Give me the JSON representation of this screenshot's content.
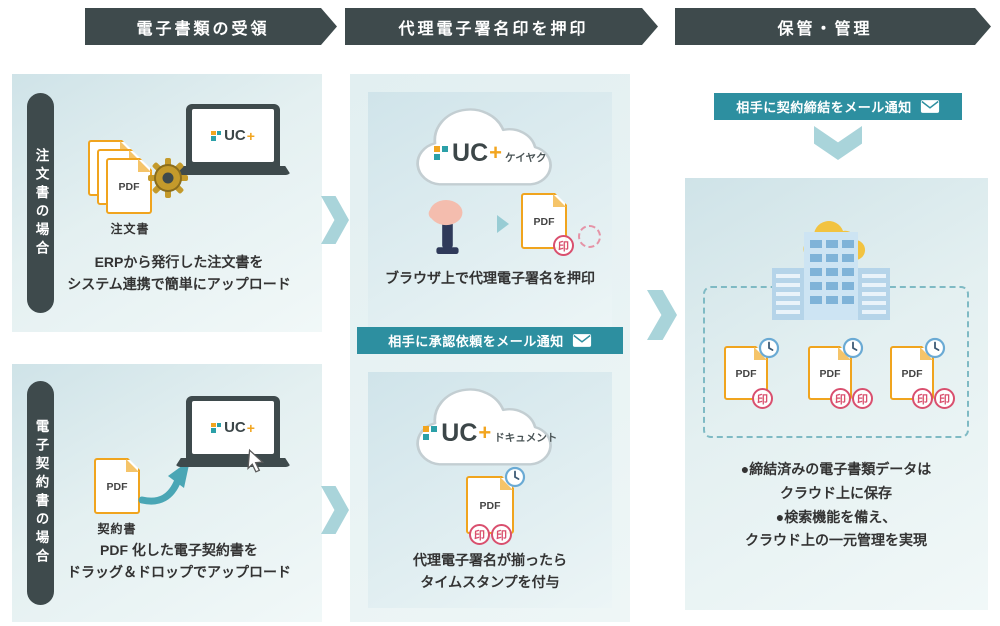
{
  "headers": {
    "step1": "電子書類の受領",
    "step2": "代理電子署名印を押印",
    "step3": "保管・管理"
  },
  "logo": {
    "text": "UC",
    "plus": "+",
    "keiyaku": "ケイヤク",
    "document": "ドキュメント"
  },
  "icons": {
    "pdf": "PDF",
    "seal": "印"
  },
  "left": {
    "case1": {
      "side": "注文書の場合",
      "doc": "注文書",
      "caption": "ERPから発行した注文書を\nシステム連携で簡単にアップロード"
    },
    "case2": {
      "side": "電子契約書の場合",
      "doc": "契約書",
      "caption": "PDF 化した電子契約書を\nドラッグ＆ドロップでアップロード"
    }
  },
  "middle": {
    "sign_caption": "ブラウザ上で代理電子署名を押印",
    "banner": "相手に承認依頼をメール通知",
    "stamp_caption": "代理電子署名が揃ったら\nタイムスタンプを付与"
  },
  "right": {
    "banner": "相手に契約締結をメール通知",
    "caption": "●締結済みの電子書類データは\nクラウド上に保存\n●検索機能を備え、\nクラウド上の一元管理を実現"
  }
}
